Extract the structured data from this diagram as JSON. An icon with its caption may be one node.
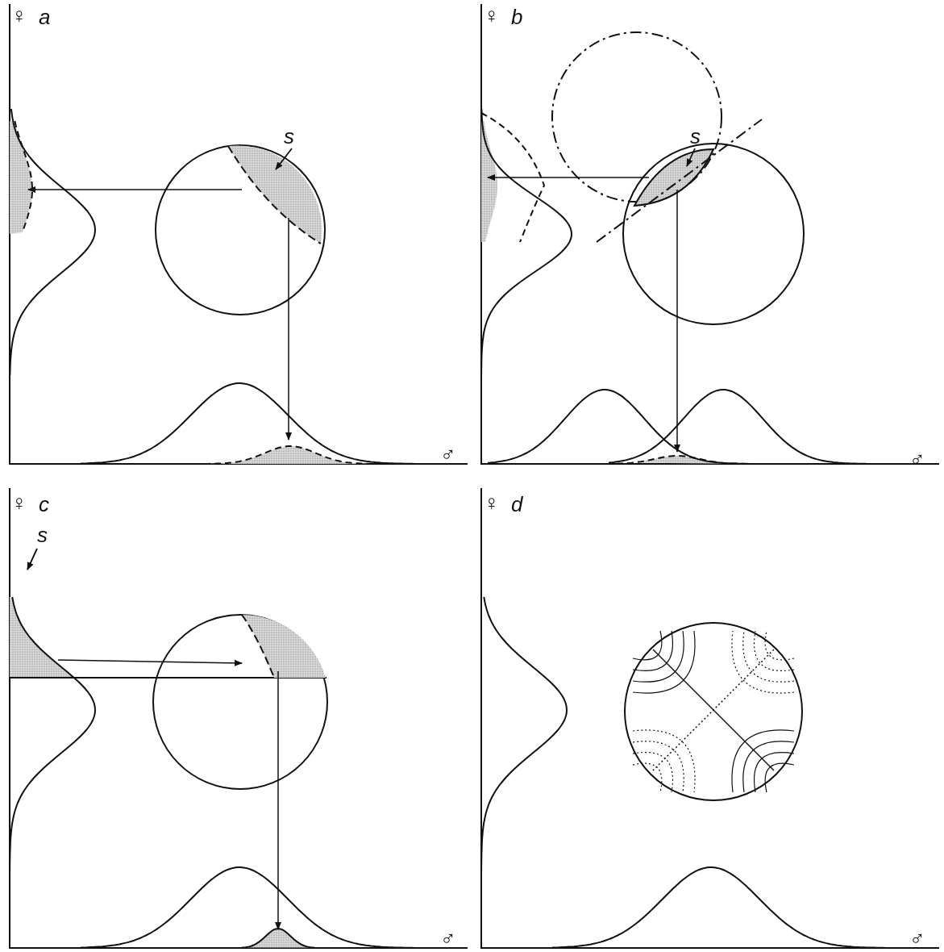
{
  "diagram": {
    "nodes": [
      {
        "text": [
          "s"
        ]
      },
      {
        "text": [
          "s"
        ]
      },
      {
        "text": [
          "s"
        ]
      }
    ],
    "edges": [
      {
        "from": 0,
        "to": null,
        "arrow": "to"
      },
      {
        "from": 1,
        "to": null,
        "arrow": "to"
      },
      {
        "from": 2,
        "to": null,
        "arrow": "to"
      }
    ],
    "labels": [
      "♀",
      "a",
      "♀",
      "b",
      "♂",
      "♂",
      "♀",
      "c",
      "♀",
      "d",
      "♂",
      "♂"
    ]
  }
}
